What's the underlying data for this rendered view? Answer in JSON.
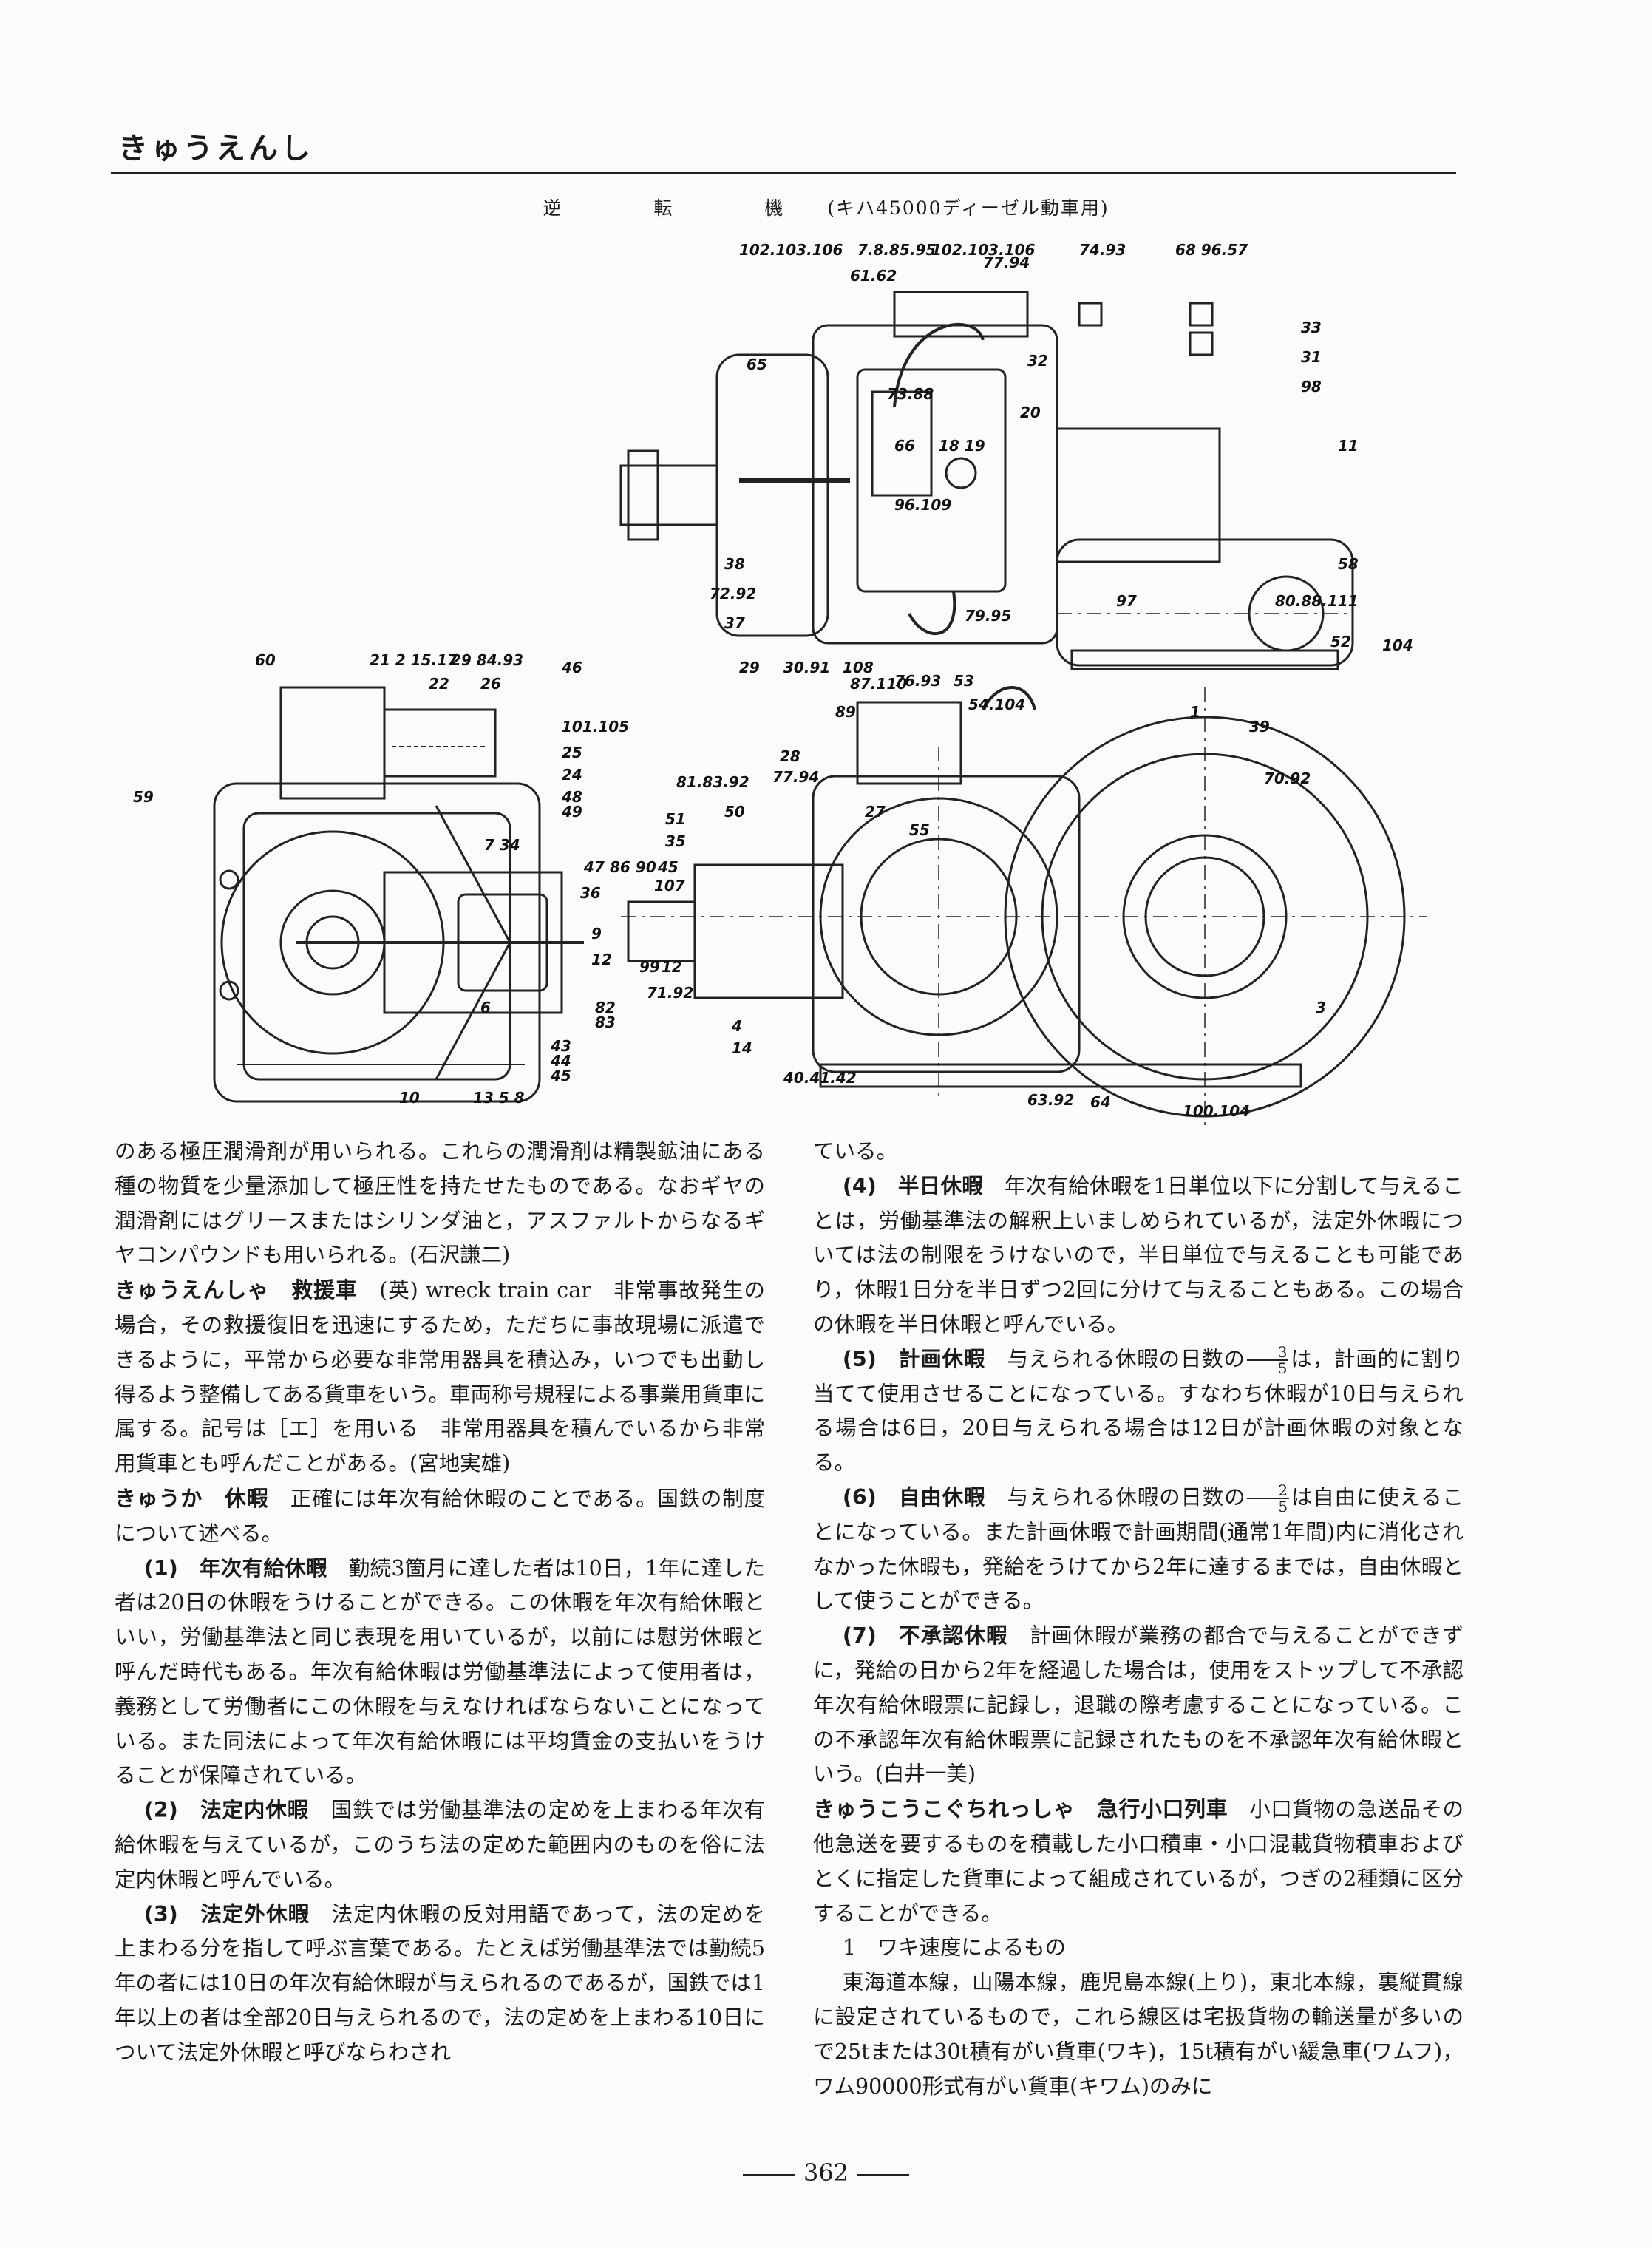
{
  "page": {
    "running_head": "きゅうえんし",
    "page_number": "362"
  },
  "figure": {
    "caption_main": "逆　転　機",
    "caption_sub": "(キハ45000ディーゼル動車用)",
    "callouts_top": [
      "102.103.106",
      "7.8.85.95",
      "102.103.106",
      "74.93",
      "68 96.57",
      "61.62",
      "77.94",
      "33",
      "31",
      "98",
      "65",
      "32",
      "20",
      "11",
      "73.88",
      "66",
      "18 19",
      "96.109",
      "38",
      "58",
      "72.92",
      "80.88.111",
      "97",
      "37",
      "79.95",
      "52",
      "104"
    ],
    "callouts_bottom": [
      "60",
      "21 2 15.17",
      "29 84.93",
      "46",
      "22",
      "26",
      "29",
      "30.91",
      "108",
      "87.110",
      "76.93",
      "53",
      "54.104",
      "1",
      "39",
      "89",
      "101.105",
      "25",
      "24",
      "48",
      "49",
      "28",
      "77.94",
      "81.83.92",
      "70.92",
      "59",
      "50",
      "27",
      "51",
      "35",
      "55",
      "7 34",
      "47",
      "86",
      "90",
      "45",
      "107",
      "36",
      "9",
      "12",
      "99",
      "12",
      "71.92",
      "82",
      "83",
      "3",
      "6",
      "4",
      "14",
      "43",
      "44",
      "45",
      "40.41.42",
      "10",
      "13 5 8",
      "63.92",
      "64",
      "100.104"
    ]
  },
  "left_column": {
    "continuation": "のある極圧潤滑剤が用いられる。これらの潤滑剤は精製鉱油にある種の物質を少量添加して極圧性を持たせたものである。なおギヤの潤滑剤にはグリースまたはシリンダ油と，アスファルトからなるギヤコンパウンドも用いられる。(石沢謙二)",
    "entry1_head": "きゅうえんしゃ　救援車",
    "entry1_body": "(英) wreck train car　非常事故発生の場合，その救援復旧を迅速にするため，ただちに事故現場に派遣できるように，平常から必要な非常用器具を積込み，いつでも出動し得るよう整備してある貨車をいう。車両称号規程による事業用貨車に属する。記号は［エ］を用いる　非常用器具を積んでいるから非常用貨車とも呼んだことがある。(宮地実雄)",
    "entry2_head": "きゅうか　休暇",
    "entry2_body": "正確には年次有給休暇のことである。国鉄の制度について述べる。",
    "item1_label": "(1)　年次有給休暇",
    "item1_body": "勤続3箇月に達した者は10日，1年に達した者は20日の休暇をうけることができる。この休暇を年次有給休暇といい，労働基準法と同じ表現を用いているが，以前には慰労休暇と呼んだ時代もある。年次有給休暇は労働基準法によって使用者は，義務として労働者にこの休暇を与えなければならないことになっている。また同法によって年次有給休暇には平均賃金の支払いをうけることが保障されている。",
    "item2_label": "(2)　法定内休暇",
    "item2_body": "国鉄では労働基準法の定めを上まわる年次有給休暇を与えているが，このうち法の定めた範囲内のものを俗に法定内休暇と呼んでいる。",
    "item3_label": "(3)　法定外休暇",
    "item3_body": "法定内休暇の反対用語であって，法の定めを上まわる分を指して呼ぶ言葉である。たとえば労働基準法では勤続5年の者には10日の年次有給休暇が与えられるのであるが，国鉄では1年以上の者は全部20日与えられるので，法の定めを上まわる10日について法定外休暇と呼びならわされ"
  },
  "right_column": {
    "continuation": "ている。",
    "item4_label": "(4)　半日休暇",
    "item4_body": "年次有給休暇を1日単位以下に分割して与えることは，労働基準法の解釈上いましめられているが，法定外休暇については法の制限をうけないので，半日単位で与えることも可能であり，休暇1日分を半日ずつ2回に分けて与えることもある。この場合の休暇を半日休暇と呼んでいる。",
    "item5_label": "(5)　計画休暇",
    "item5_pre": "与えられる休暇の日数の",
    "item5_frac_num": "3",
    "item5_frac_den": "5",
    "item5_post": "は，計画的に割り当てて使用させることになっている。すなわち休暇が10日与えられる場合は6日，20日与えられる場合は12日が計画休暇の対象となる。",
    "item6_label": "(6)　自由休暇",
    "item6_pre": "与えられる休暇の日数の",
    "item6_frac_num": "2",
    "item6_frac_den": "5",
    "item6_post": "は自由に使えることになっている。また計画休暇で計画期間(通常1年間)内に消化されなかった休暇も，発給をうけてから2年に達するまでは，自由休暇として使うことができる。",
    "item7_label": "(7)　不承認休暇",
    "item7_body": "計画休暇が業務の都合で与えることができずに，発給の日から2年を経過した場合は，使用をストップして不承認年次有給休暇票に記録し，退職の際考慮することになっている。この不承認年次有給休暇票に記録されたものを不承認年次有給休暇という。(白井一美)",
    "entry3_head": "きゅうこうこぐちれっしゃ　急行小口列車",
    "entry3_body": "小口貨物の急送品その他急送を要するものを積載した小口積車・小口混載貨物積車およびとくに指定した貨車によって組成されているが，つぎの2種類に区分することができる。",
    "sub1": "1　ワキ速度によるもの",
    "sub1_body": "東海道本線，山陽本線，鹿児島本線(上り)，東北本線，裏縦貫線に設定されているもので，これら線区は宅扱貨物の輸送量が多いので25tまたは30t積有がい貨車(ワキ)，15t積有がい緩急車(ワムフ)，ワム90000形式有がい貨車(キワム)のみに"
  }
}
